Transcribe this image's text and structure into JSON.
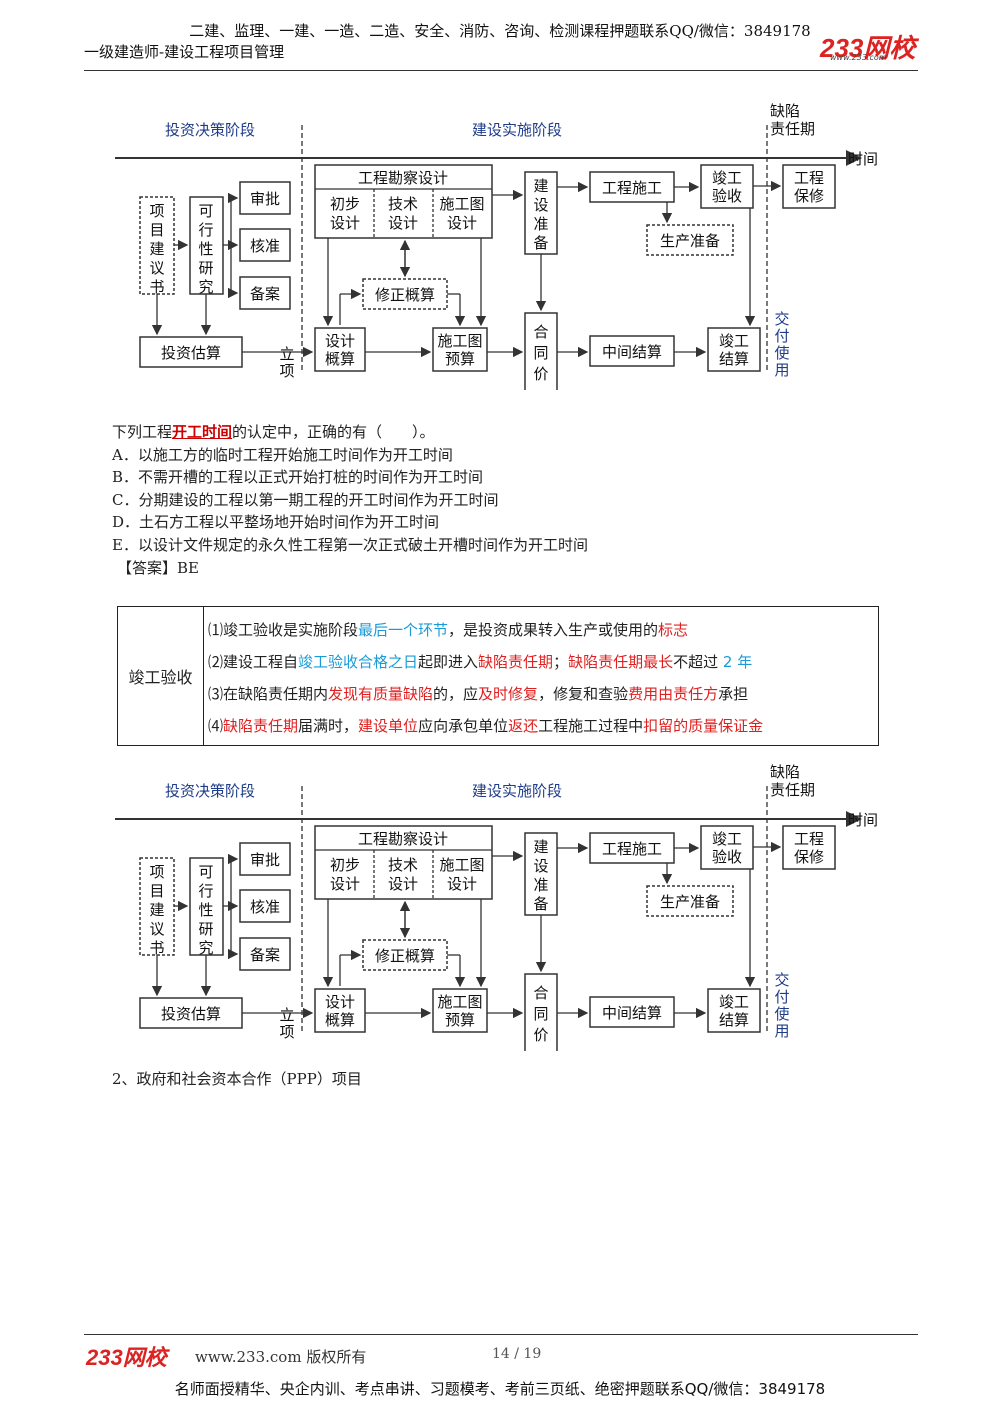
{
  "header": {
    "top_line": "二建、监理、一建、一造、二造、安全、消防、咨询、检测课程押题联系QQ/微信：3849178",
    "subtitle": "一级建造师-建设工程项目管理",
    "logo": "233网校",
    "logo_url": "www.233.com"
  },
  "diagram": {
    "phase_decision": "投资决策阶段",
    "phase_implementation": "建设实施阶段",
    "phase_defect_1": "缺陷",
    "phase_defect_2": "责任期",
    "time_label": "时间",
    "proposal": "项目建议书",
    "feasibility": "可行性研究",
    "approve": "审批",
    "verify": "核准",
    "record": "备案",
    "investment_estimate": "投资估算",
    "establish": "立项",
    "survey_design": "工程勘察设计",
    "prelim_design": [
      "初步",
      "设计"
    ],
    "tech_design": [
      "技术",
      "设计"
    ],
    "construct_drawing_design": [
      "施工图",
      "设计"
    ],
    "revised_estimate": "修正概算",
    "design_estimate": [
      "设计",
      "概算"
    ],
    "drawing_budget": [
      "施工图",
      "预算"
    ],
    "construction_prep": "建设准备",
    "contract_price": "合同价",
    "construction": "工程施工",
    "production_prep": "生产准备",
    "interim_settlement": "中间结算",
    "completion_acceptance": [
      "竣工",
      "验收"
    ],
    "completion_settlement": [
      "竣工",
      "结算"
    ],
    "maintenance": [
      "工程",
      "保修"
    ],
    "delivery": "交付使用"
  },
  "question": {
    "stem_pre": "下列工程",
    "stem_em": "开工时间",
    "stem_post": "的认定中，正确的有（　　）。",
    "options": [
      "A．以施工方的临时工程开始施工时间作为开工时间",
      "B．不需开槽的工程以正式开始打桩的时间作为开工时间",
      "C．分期建设的工程以第一期工程的开工时间作为开工时间",
      "D．土石方工程以平整场地开始时间作为开工时间",
      "E．以设计文件规定的永久性工程第一次正式破土开槽时间作为开工时间"
    ],
    "answer": "【答案】BE"
  },
  "table": {
    "label": "竣工验收",
    "row1": {
      "a": "⑴竣工验收是实施阶段",
      "b": "最后一个环节",
      "c": "，是投资成果转入生产或使用的",
      "d": "标志"
    },
    "row2": {
      "a": "⑵建设工程自",
      "b": "竣工验收合格之日",
      "c": "起即进入",
      "d": "缺陷责任期",
      "e": "；",
      "f": "缺陷责任期",
      "g": "最长",
      "h": "不超过 ",
      "i": "2 年"
    },
    "row3": {
      "a": "⑶在缺陷责任期内",
      "b": "发现有质量缺陷",
      "c": "的，应",
      "d": "及时修复",
      "e": "，修复和查验",
      "f": "费用由责任方",
      "g": "承担"
    },
    "row4": {
      "a": "⑷",
      "b": "缺陷责任期",
      "c": "届满时，",
      "d": "建设单位",
      "e": "应向承包单位",
      "f": "返还",
      "g": "工程施工过程中",
      "h": "扣留的质量保证金"
    }
  },
  "section_title": "2、政府和社会资本合作（PPP）项目",
  "footer": {
    "logo": "233网校",
    "site": "www.233.com 版权所有",
    "page": "14 / 19",
    "bottom_line": "名师面授精华、央企内训、考点串讲、习题模考、考前三页纸、绝密押题联系QQ/微信：3849178"
  }
}
